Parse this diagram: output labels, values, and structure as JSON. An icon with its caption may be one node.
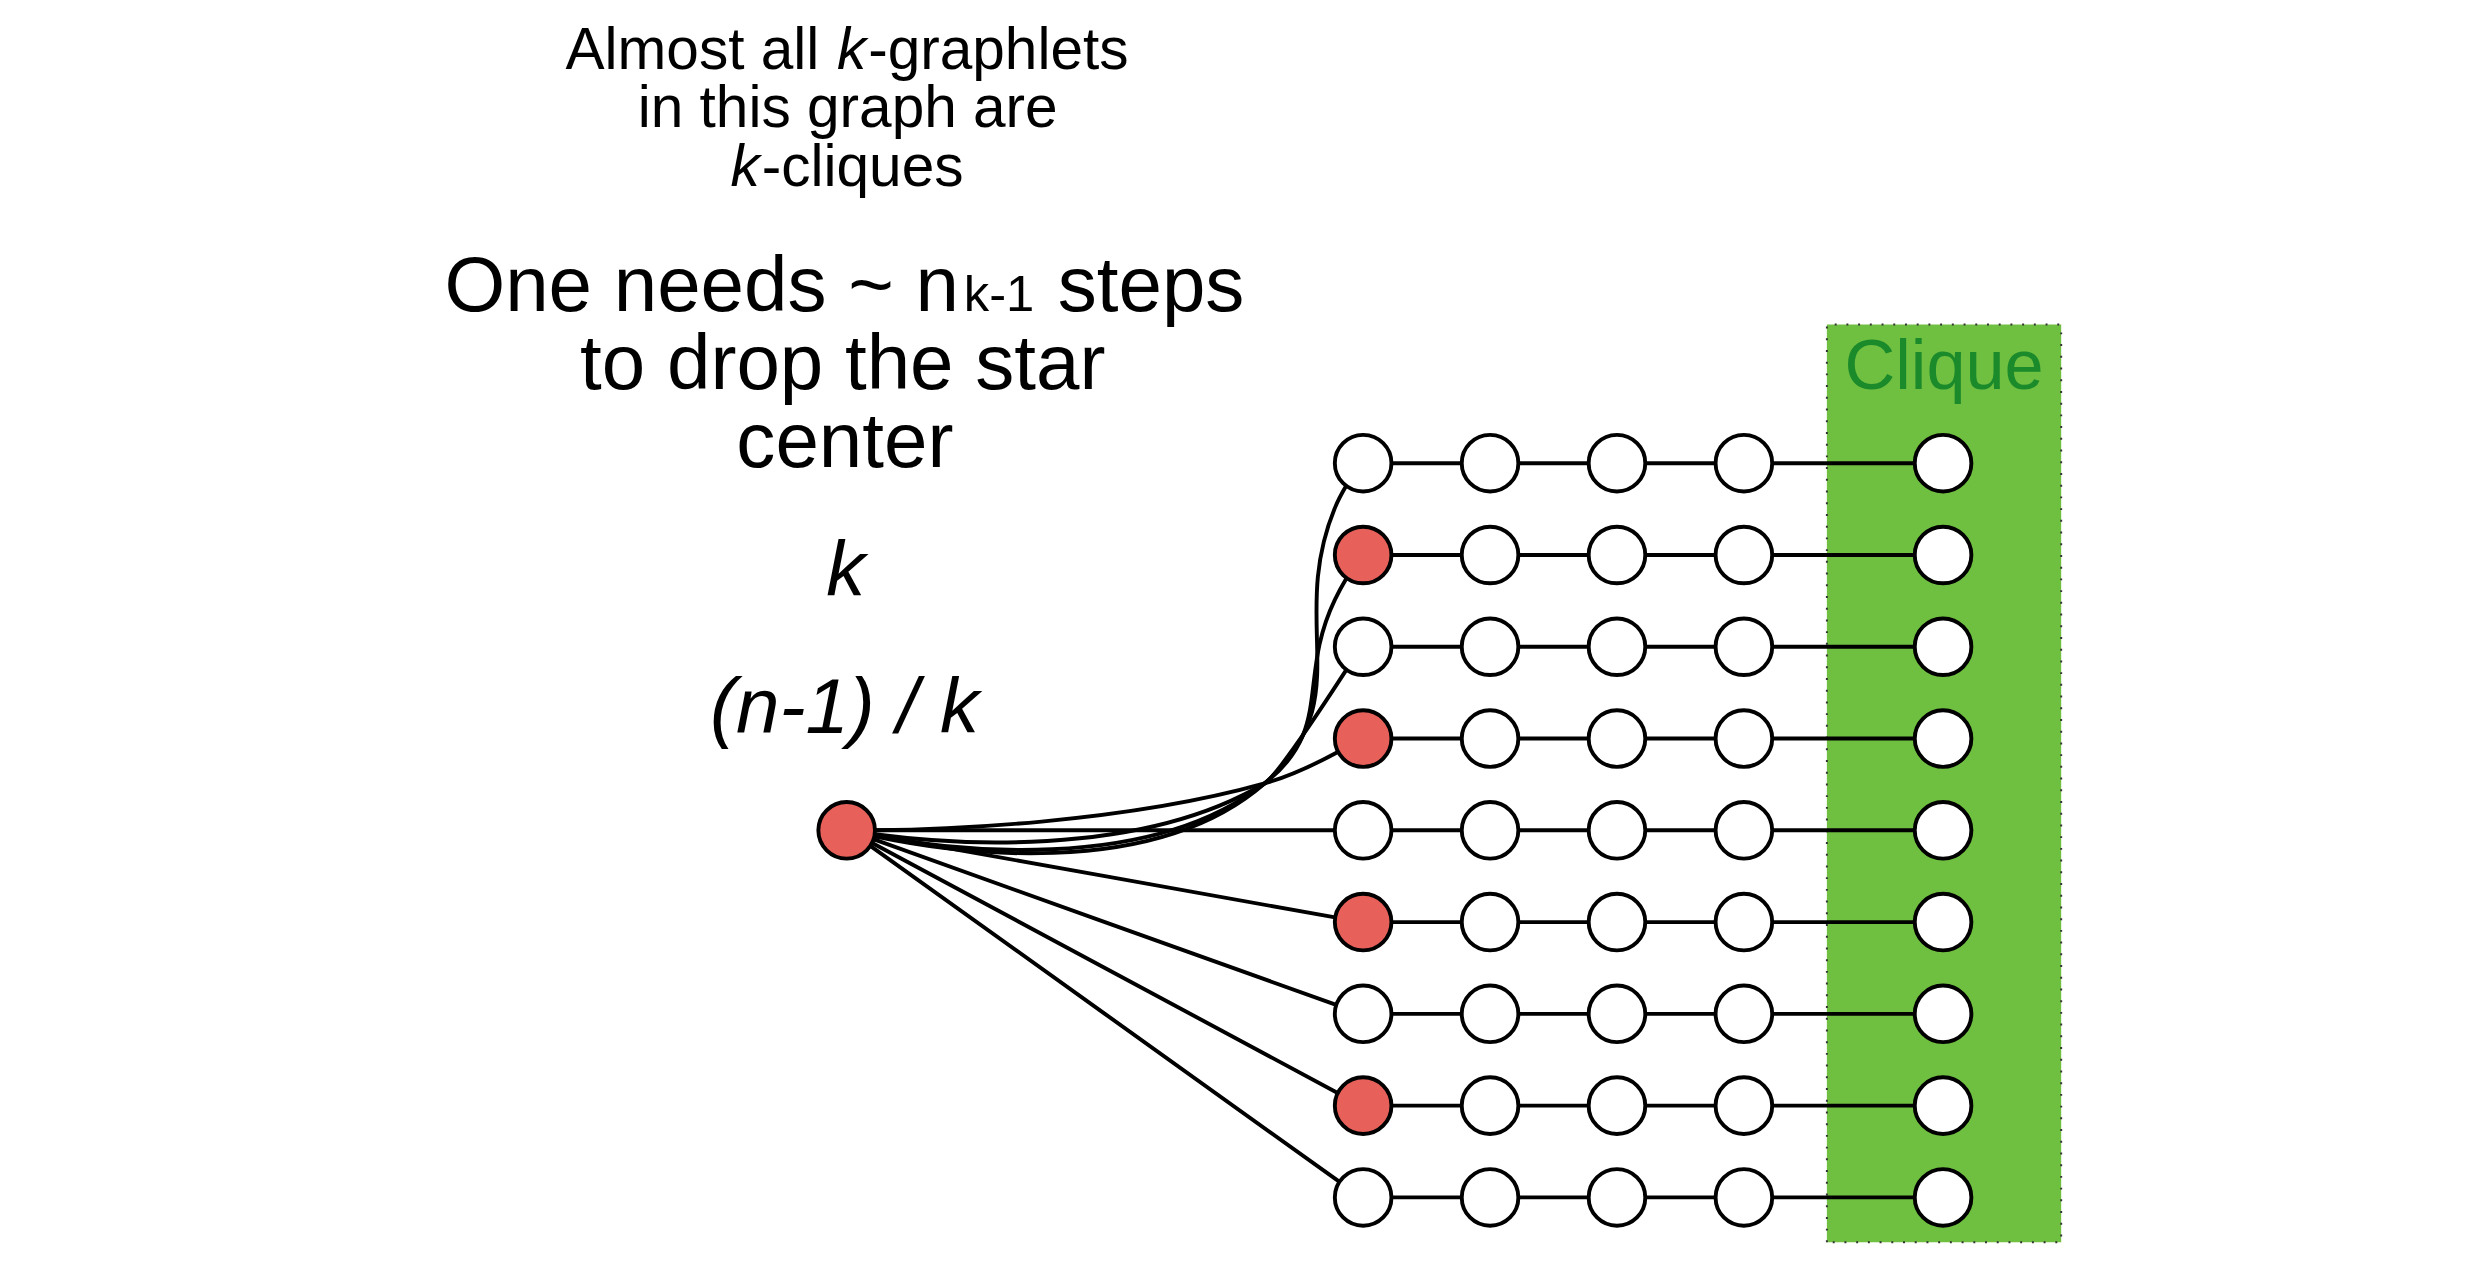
{
  "diagram": {
    "nodes": [
      {
        "text": [
          "Clique"
        ]
      },
      {
        "text": [],
        "shape": "circle"
      },
      {
        "text": [],
        "shape": "circle"
      },
      {
        "text": [],
        "shape": "circle"
      },
      {
        "text": [],
        "shape": "circle"
      },
      {
        "text": [],
        "shape": "circle"
      },
      {
        "text": [],
        "shape": "circle",
        "in": 0
      },
      {
        "text": [],
        "shape": "circle"
      },
      {
        "text": [],
        "shape": "circle"
      },
      {
        "text": [],
        "shape": "circle"
      },
      {
        "text": [],
        "shape": "circle"
      },
      {
        "text": [],
        "shape": "circle",
        "in": 0
      },
      {
        "text": [],
        "shape": "circle"
      },
      {
        "text": [],
        "shape": "circle"
      },
      {
        "text": [],
        "shape": "circle"
      },
      {
        "text": [],
        "shape": "circle"
      },
      {
        "text": [],
        "shape": "circle",
        "in": 0
      },
      {
        "text": [],
        "shape": "circle"
      },
      {
        "text": [],
        "shape": "circle"
      },
      {
        "text": [],
        "shape": "circle"
      },
      {
        "text": [],
        "shape": "circle"
      },
      {
        "text": [],
        "shape": "circle",
        "in": 0
      },
      {
        "text": [],
        "shape": "circle"
      },
      {
        "text": [],
        "shape": "circle"
      },
      {
        "text": [],
        "shape": "circle"
      },
      {
        "text": [],
        "shape": "circle"
      },
      {
        "text": [],
        "shape": "circle",
        "in": 0
      },
      {
        "text": [],
        "shape": "circle"
      },
      {
        "text": [],
        "shape": "circle"
      },
      {
        "text": [],
        "shape": "circle"
      },
      {
        "text": [],
        "shape": "circle"
      },
      {
        "text": [],
        "shape": "circle",
        "in": 0
      },
      {
        "text": [],
        "shape": "circle"
      },
      {
        "text": [],
        "shape": "circle"
      },
      {
        "text": [],
        "shape": "circle"
      },
      {
        "text": [],
        "shape": "circle"
      },
      {
        "text": [],
        "shape": "circle",
        "in": 0
      },
      {
        "text": [],
        "shape": "circle"
      },
      {
        "text": [],
        "shape": "circle"
      },
      {
        "text": [],
        "shape": "circle"
      },
      {
        "text": [],
        "shape": "circle"
      },
      {
        "text": [],
        "shape": "circle",
        "in": 0
      },
      {
        "text": [],
        "shape": "circle"
      },
      {
        "text": [],
        "shape": "circle"
      },
      {
        "text": [],
        "shape": "circle"
      },
      {
        "text": [],
        "shape": "circle"
      },
      {
        "text": [],
        "shape": "circle",
        "in": 0
      }
    ],
    "edges": [
      {
        "from": 1,
        "to": 2,
        "arrow": "none"
      },
      {
        "from": 1,
        "to": 7,
        "arrow": "none"
      },
      {
        "from": 1,
        "to": 12,
        "arrow": "none"
      },
      {
        "from": 1,
        "to": 17,
        "arrow": "none"
      },
      {
        "from": 1,
        "to": 22,
        "arrow": "none"
      },
      {
        "from": 1,
        "to": 27,
        "arrow": "none"
      },
      {
        "from": 1,
        "to": 32,
        "arrow": "none"
      },
      {
        "from": 1,
        "to": 37,
        "arrow": "none"
      },
      {
        "from": 1,
        "to": 42,
        "arrow": "none"
      },
      {
        "from": 2,
        "to": 3,
        "arrow": "none"
      },
      {
        "from": 3,
        "to": 4,
        "arrow": "none"
      },
      {
        "from": 4,
        "to": 5,
        "arrow": "none"
      },
      {
        "from": 5,
        "to": 6,
        "arrow": "none"
      },
      {
        "from": 7,
        "to": 8,
        "arrow": "none"
      },
      {
        "from": 8,
        "to": 9,
        "arrow": "none"
      },
      {
        "from": 9,
        "to": 10,
        "arrow": "none"
      },
      {
        "from": 10,
        "to": 11,
        "arrow": "none"
      },
      {
        "from": 12,
        "to": 13,
        "arrow": "none"
      },
      {
        "from": 13,
        "to": 14,
        "arrow": "none"
      },
      {
        "from": 14,
        "to": 15,
        "arrow": "none"
      },
      {
        "from": 15,
        "to": 16,
        "arrow": "none"
      },
      {
        "from": 17,
        "to": 18,
        "arrow": "none"
      },
      {
        "from": 18,
        "to": 19,
        "arrow": "none"
      },
      {
        "from": 19,
        "to": 20,
        "arrow": "none"
      },
      {
        "from": 20,
        "to": 21,
        "arrow": "none"
      },
      {
        "from": 22,
        "to": 23,
        "arrow": "none"
      },
      {
        "from": 23,
        "to": 24,
        "arrow": "none"
      },
      {
        "from": 24,
        "to": 25,
        "arrow": "none"
      },
      {
        "from": 25,
        "to": 26,
        "arrow": "none"
      },
      {
        "from": 27,
        "to": 28,
        "arrow": "none"
      },
      {
        "from": 28,
        "to": 29,
        "arrow": "none"
      },
      {
        "from": 29,
        "to": 30,
        "arrow": "none"
      },
      {
        "from": 30,
        "to": 31,
        "arrow": "none"
      },
      {
        "from": 32,
        "to": 33,
        "arrow": "none"
      },
      {
        "from": 33,
        "to": 34,
        "arrow": "none"
      },
      {
        "from": 34,
        "to": 35,
        "arrow": "none"
      },
      {
        "from": 35,
        "to": 36,
        "arrow": "none"
      },
      {
        "from": 37,
        "to": 38,
        "arrow": "none"
      },
      {
        "from": 38,
        "to": 39,
        "arrow": "none"
      },
      {
        "from": 39,
        "to": 40,
        "arrow": "none"
      },
      {
        "from": 40,
        "to": 41,
        "arrow": "none"
      },
      {
        "from": 42,
        "to": 43,
        "arrow": "none"
      },
      {
        "from": 43,
        "to": 44,
        "arrow": "none"
      },
      {
        "from": 44,
        "to": 45,
        "arrow": "none"
      },
      {
        "from": 45,
        "to": 46,
        "arrow": "none"
      }
    ],
    "labels": [
      "(n-1) / k",
      "k",
      "One needs ~ n$^{k-1}$ steps to drop the star center",
      "Almost all *k*-graphlets in this graph are *k*-cliques"
    ]
  }
}
